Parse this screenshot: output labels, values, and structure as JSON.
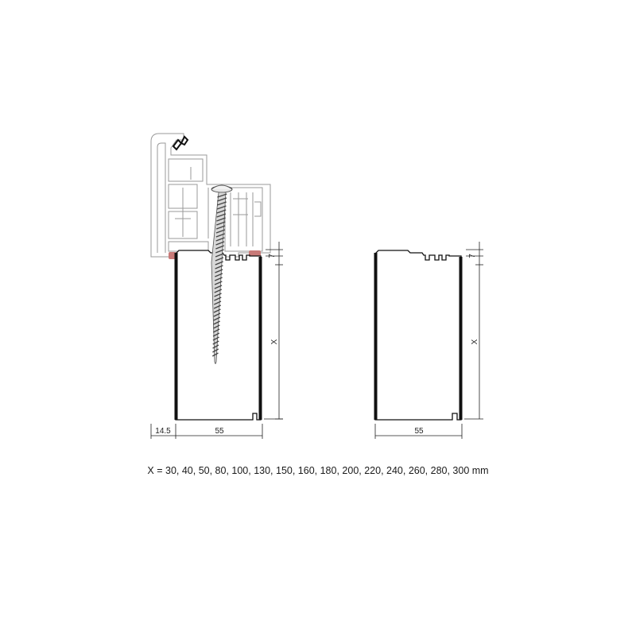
{
  "left_profile": {
    "width_label": "55",
    "offset_label": "14.5",
    "top_label": "7",
    "height_label": "X"
  },
  "right_profile": {
    "width_label": "55",
    "top_label": "7",
    "height_label": "X"
  },
  "colors": {
    "line": "#111111",
    "frame_outline": "#9a9a9a",
    "gasket": "#c87a78",
    "screw": "#555555"
  },
  "caption": "X = 30, 40, 50, 80, 100, 130, 150, 160, 180, 200, 220, 240, 260, 280, 300 mm"
}
